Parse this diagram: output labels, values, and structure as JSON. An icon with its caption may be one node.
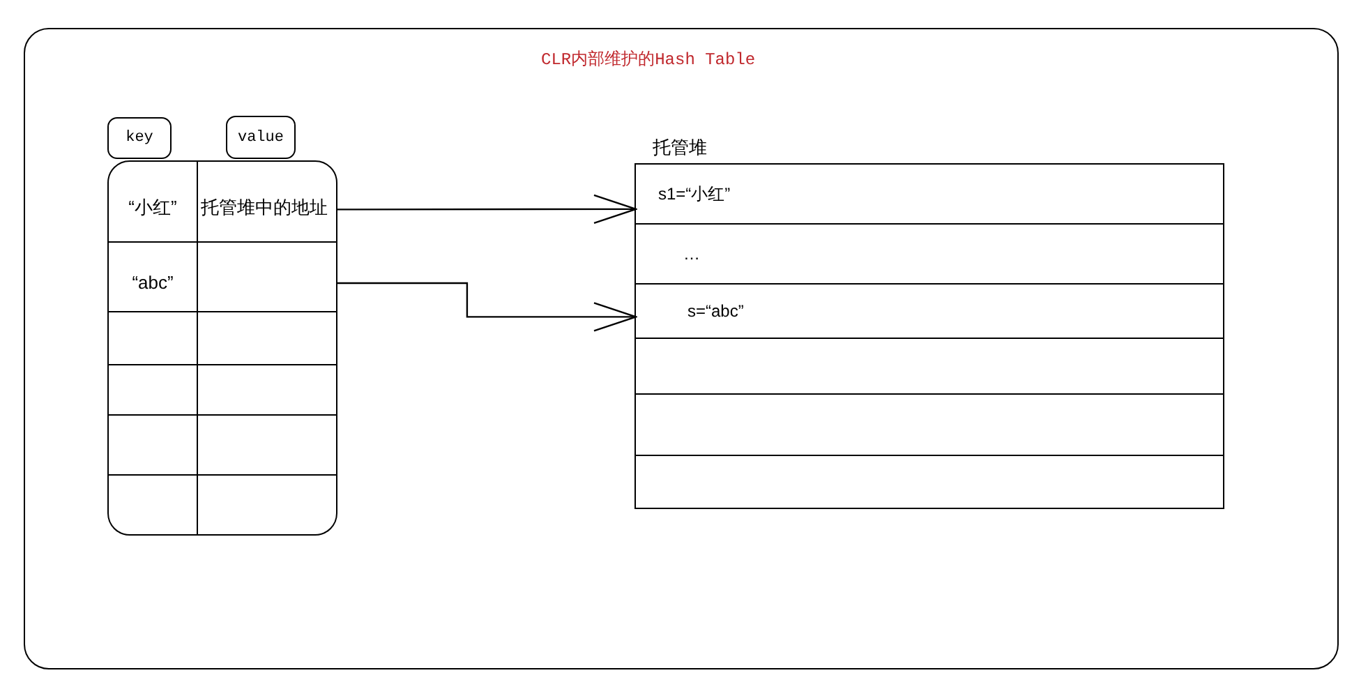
{
  "diagram": {
    "nodes": [
      {
        "text": [
          "CLR内部维护的Hash Table"
        ]
      },
      {
        "text": [
          "key"
        ],
        "in": 0
      },
      {
        "text": [
          "value"
        ],
        "in": 0
      },
      {
        "text": [],
        "shape": "box",
        "in": 0
      },
      {
        "text": [
          "“小红”",
          "托管堆中的地址"
        ],
        "in": 3
      },
      {
        "text": [
          "“abc”"
        ],
        "in": 3
      },
      {
        "text": [],
        "shape": "box",
        "in": 3
      },
      {
        "text": [],
        "shape": "box",
        "in": 3
      },
      {
        "text": [],
        "shape": "box",
        "in": 3
      },
      {
        "text": [],
        "shape": "box",
        "in": 3
      },
      {
        "text": [
          "托管堆"
        ],
        "in": 0
      },
      {
        "text": [
          "s1=“小红”"
        ],
        "in": 10
      },
      {
        "text": [
          "…"
        ],
        "in": 10
      },
      {
        "text": [
          "s=“abc”"
        ],
        "in": 10
      },
      {
        "text": [],
        "shape": "box",
        "in": 10
      },
      {
        "text": [],
        "shape": "box",
        "in": 10
      },
      {
        "text": [],
        "shape": "box",
        "in": 10
      }
    ],
    "edges": [
      {
        "from": 4,
        "to": 11,
        "arrow": "to"
      },
      {
        "from": 5,
        "to": 13,
        "arrow": "to"
      }
    ]
  }
}
